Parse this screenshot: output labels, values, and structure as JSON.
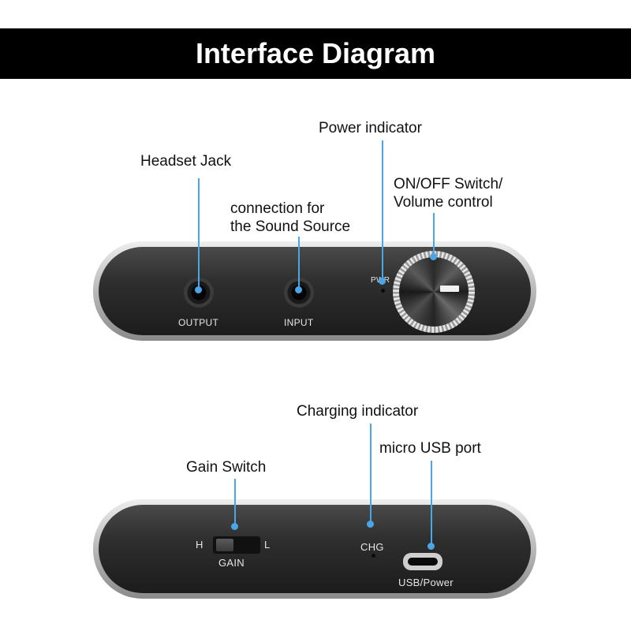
{
  "title": "Interface Diagram",
  "callouts": {
    "headset_jack": "Headset Jack",
    "sound_source_1": "connection for",
    "sound_source_2": "the Sound Source",
    "power_indicator": "Power indicator",
    "onoff_1": "ON/OFF Switch/",
    "onoff_2": "Volume control",
    "charging_indicator": "Charging indicator",
    "micro_usb": "micro USB port",
    "gain_switch": "Gain Switch"
  },
  "front_panel": {
    "output": "OUTPUT",
    "input": "INPUT",
    "pwr": "PWR"
  },
  "rear_panel": {
    "gain": "GAIN",
    "gain_high": "H",
    "gain_low": "L",
    "chg": "CHG",
    "usb": "USB/Power"
  },
  "colors": {
    "leader": "#4aa6e6",
    "banner": "#000000"
  }
}
